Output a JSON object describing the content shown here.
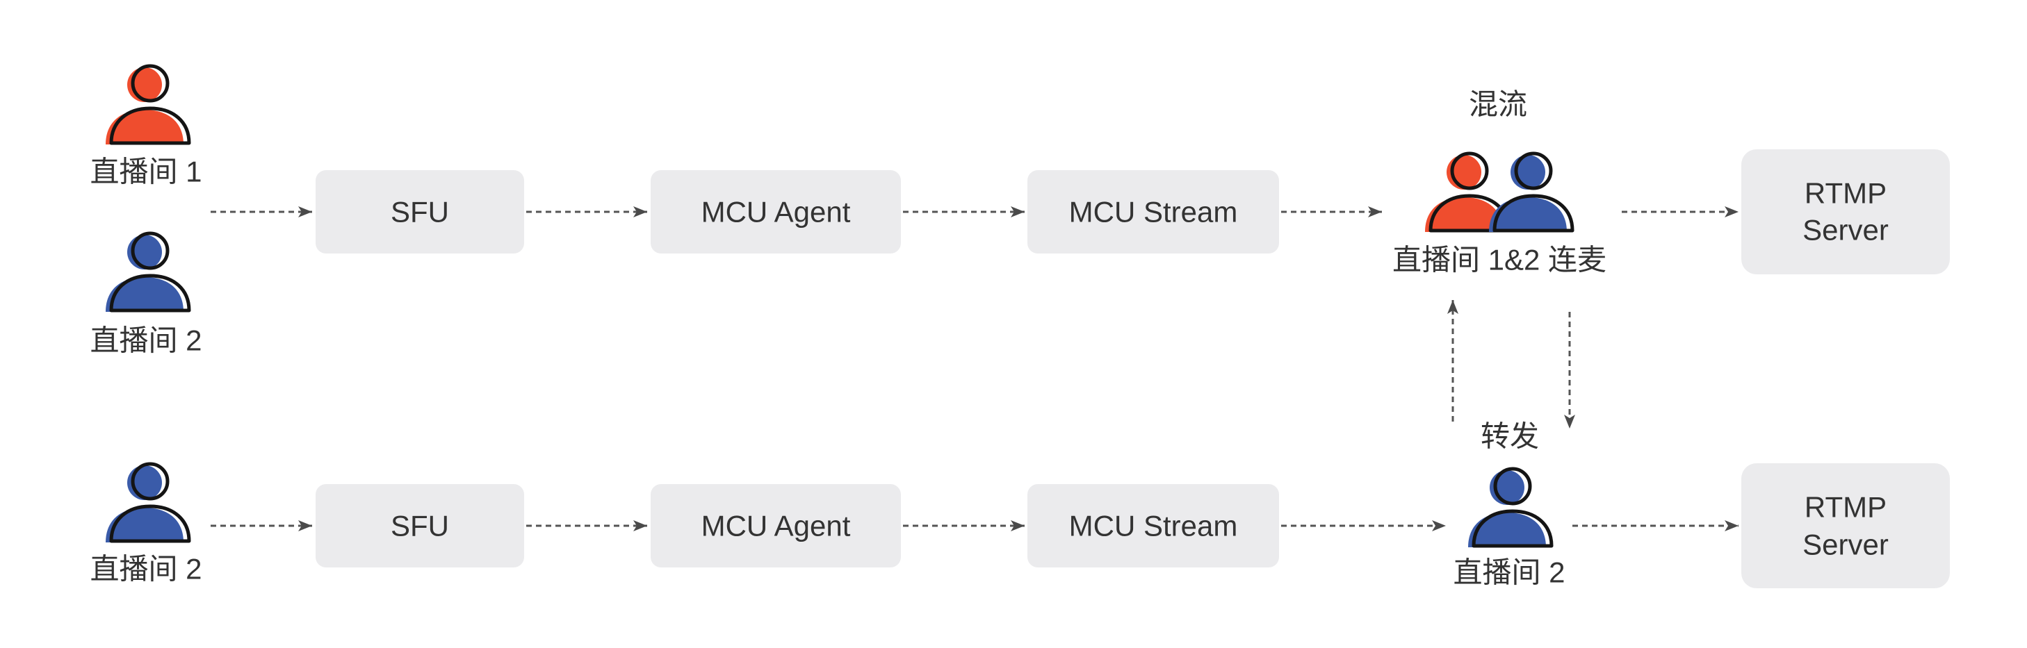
{
  "palette": {
    "orange": "#EF4D2E",
    "blue": "#3A5BA9",
    "node_fill": "#EBEBED"
  },
  "top_row": {
    "sources": [
      {
        "label": "直播间 1",
        "icon": "person-icon"
      },
      {
        "label": "直播间 2",
        "icon": "person-icon"
      }
    ],
    "sfu": "SFU",
    "mcu_agent": "MCU Agent",
    "mcu_stream": "MCU Stream",
    "mix": {
      "title": "混流",
      "label": "直播间 1&2 连麦",
      "icon": "person-group-icon"
    },
    "rtmp_server": {
      "line1": "RTMP",
      "line2": "Server"
    }
  },
  "relay": {
    "label": "转发"
  },
  "bottom_row": {
    "source": {
      "label": "直播间 2",
      "icon": "person-icon"
    },
    "sfu": "SFU",
    "mcu_agent": "MCU Agent",
    "mcu_stream": "MCU Stream",
    "relay_target": {
      "label": "直播间 2",
      "icon": "person-icon"
    },
    "rtmp_server": {
      "line1": "RTMP",
      "line2": "Server"
    }
  }
}
